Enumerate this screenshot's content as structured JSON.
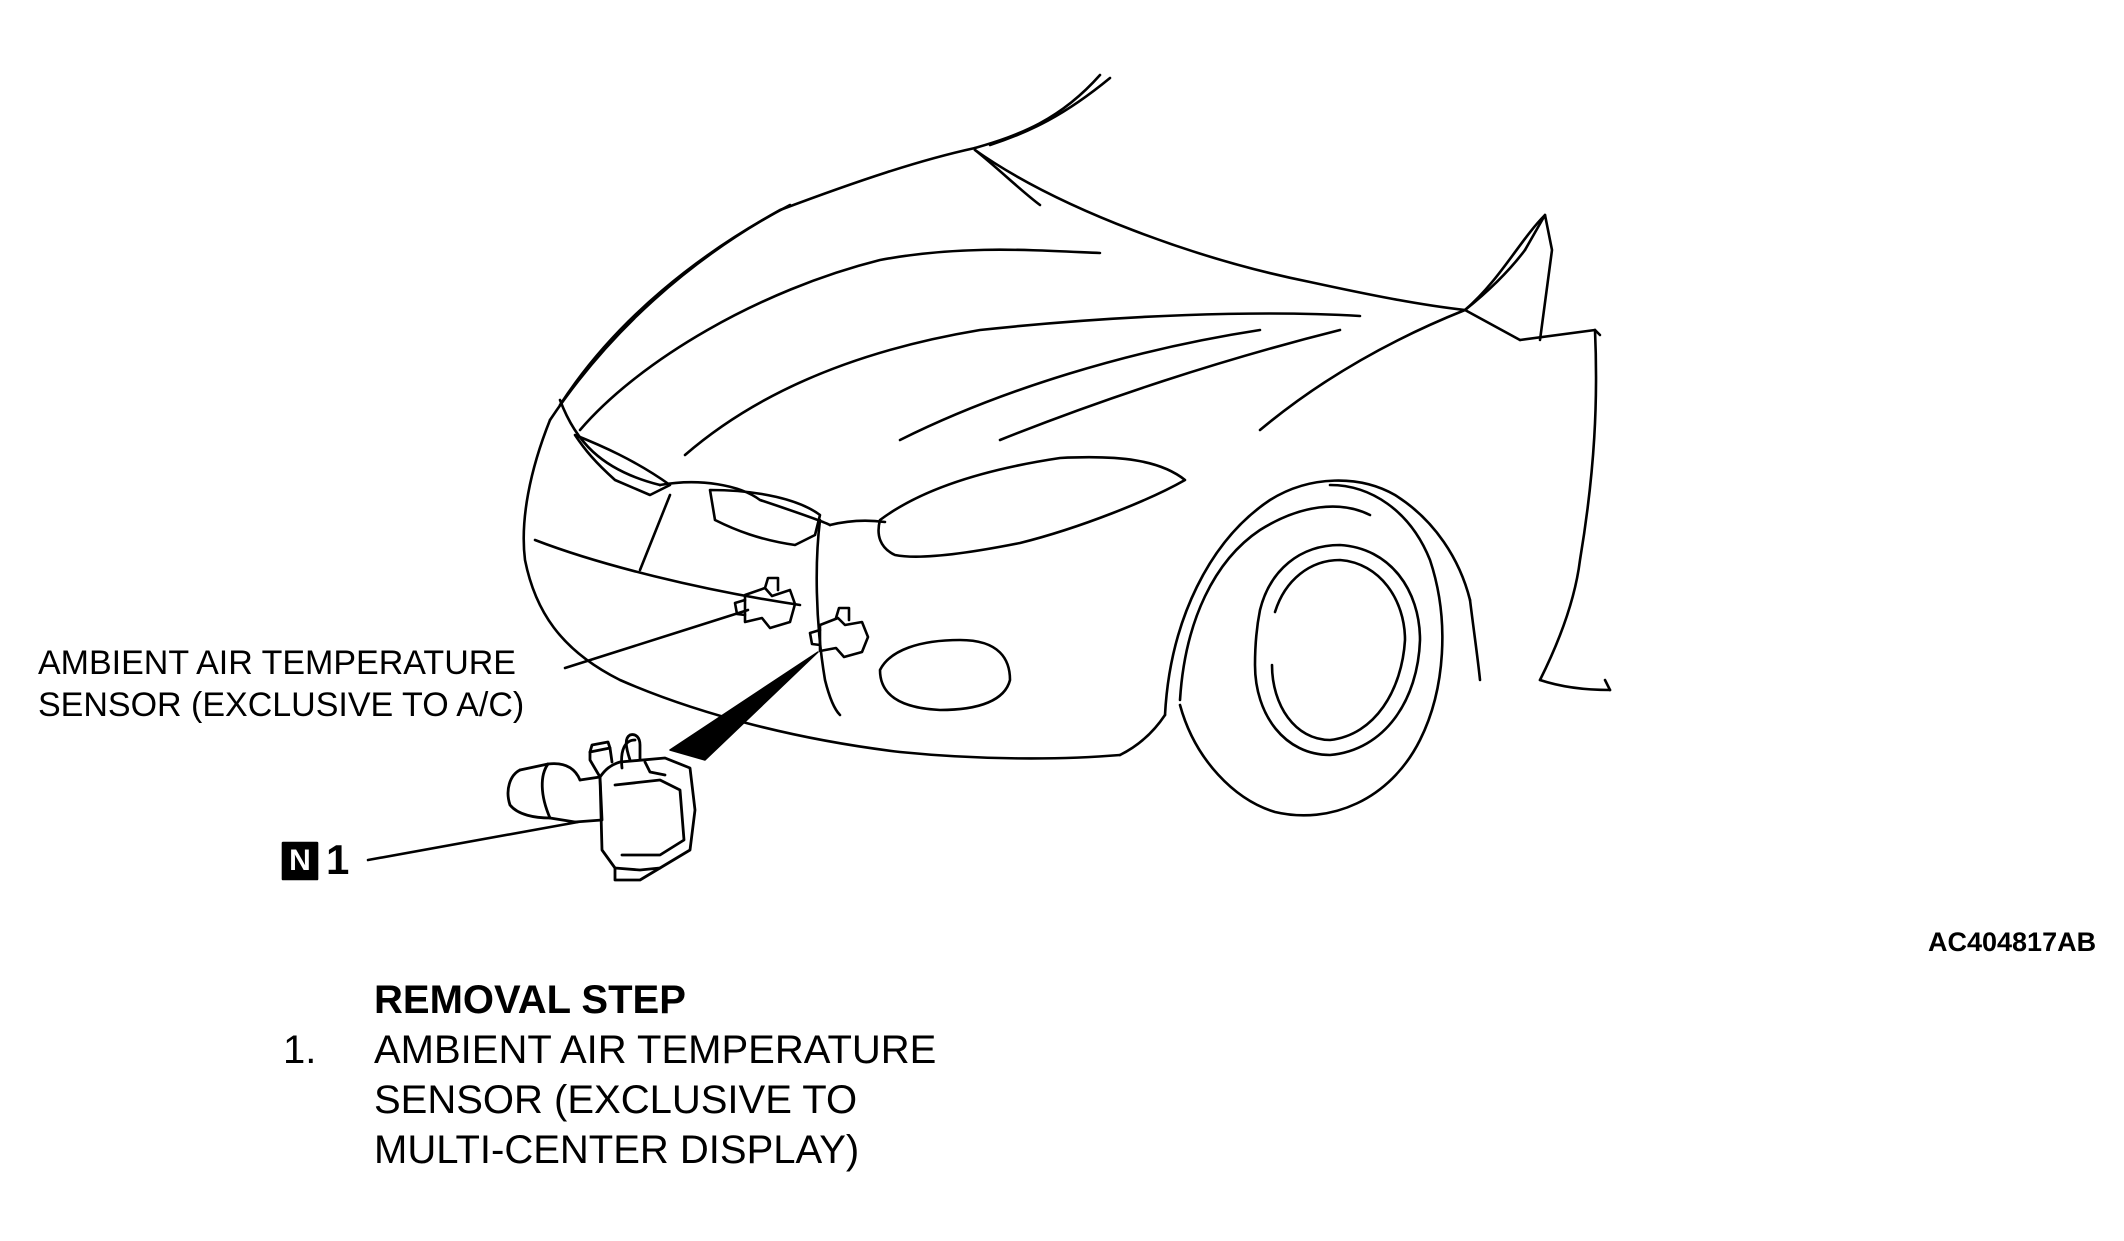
{
  "figure": {
    "callout_ambient_line1": "AMBIENT AIR TEMPERATURE",
    "callout_ambient_line2": "SENSOR (EXCLUSIVE TO A/C)",
    "badge_letter": "N",
    "callout_number": "1",
    "reference_code": "AC404817AB"
  },
  "removal": {
    "heading": "REMOVAL STEP",
    "steps": [
      {
        "number": "1.",
        "lines": [
          "AMBIENT AIR TEMPERATURE",
          "SENSOR (EXCLUSIVE TO",
          "MULTI-CENTER DISPLAY)"
        ]
      }
    ]
  },
  "icons": {
    "badge": "n-badge-icon"
  }
}
